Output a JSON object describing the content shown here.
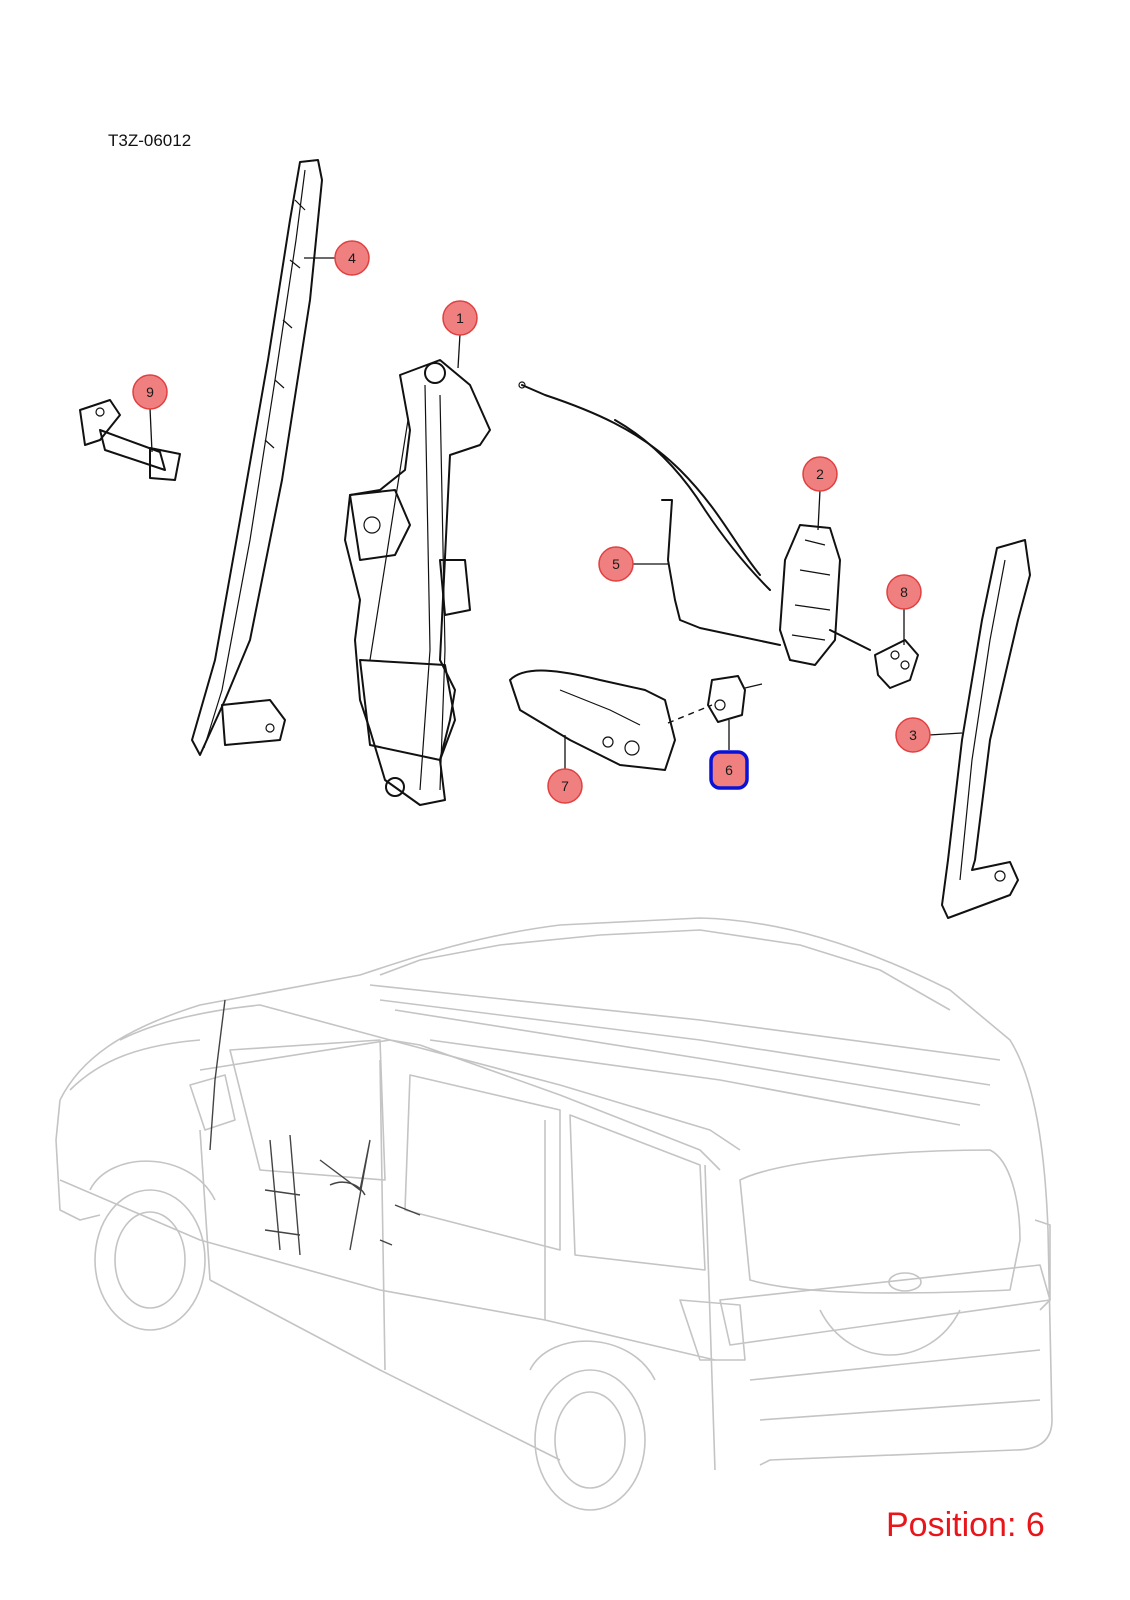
{
  "diagram_code": "T3Z-06012",
  "position_label": "Position: 6",
  "selected_position": "6",
  "colors": {
    "callout_fill": "#f08080",
    "callout_stroke": "#e04040",
    "selected_stroke": "#0a12d6",
    "position_text": "#e8161b",
    "van_outline": "#c4c4c4"
  },
  "callouts": [
    {
      "id": "1",
      "label": "1"
    },
    {
      "id": "2",
      "label": "2"
    },
    {
      "id": "3",
      "label": "3"
    },
    {
      "id": "4",
      "label": "4"
    },
    {
      "id": "5",
      "label": "5"
    },
    {
      "id": "6",
      "label": "6"
    },
    {
      "id": "7",
      "label": "7"
    },
    {
      "id": "8",
      "label": "8"
    },
    {
      "id": "9",
      "label": "9"
    }
  ]
}
